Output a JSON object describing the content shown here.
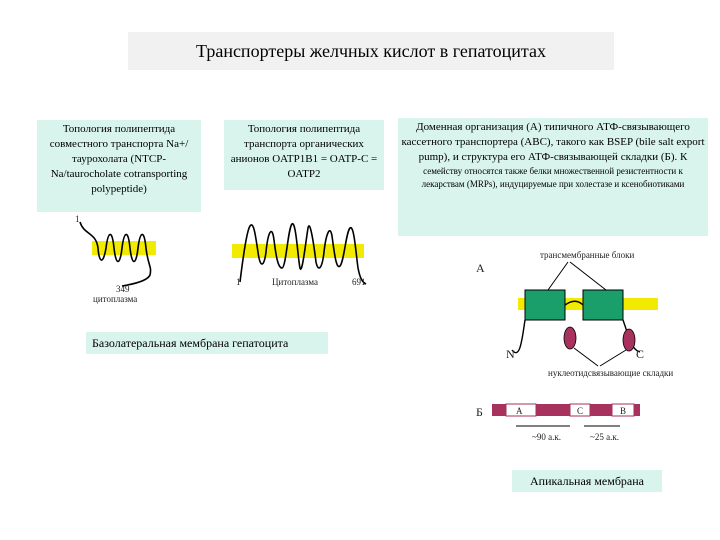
{
  "title": "Транспортеры желчных кислот в гепатоцитах",
  "captions": {
    "ntcp": "Топология полипептида совместного транспорта Na+/таурохолата (NTCP-Na/taurocholate cotransporting polypeptide)",
    "oatp": "Топология полипептида транспорта органических анионов OATP1B1 = OATP-C = OATP2",
    "abc_main": "Доменная организация (А) типичного АТФ-связывающего кассетного транспортера (ABC), такого как BSEP (bile salt export pump), и структура его АТФ-связывающей складки (Б). К",
    "abc_small": "семейству относятся также белки множественной резистентности к лекарствам (MRPs), индуцируемые при холестазе и ксенобиотиками"
  },
  "ntcp_labels": {
    "n_term": "1",
    "c_term": "349",
    "cyto": "цитоплазма"
  },
  "oatp_labels": {
    "n_term": "1",
    "cyto": "Цитоплазма",
    "c_term": "691"
  },
  "abc_labels": {
    "panel_a": "А",
    "panel_b": "Б",
    "tm_blocks": "трансмембранные блоки",
    "n_term": "N",
    "c_term": "C",
    "nbf": "нуклеотидсвязывающие складки",
    "seg_a": "A",
    "seg_c": "C",
    "seg_b": "B",
    "len1": "~90 а.к.",
    "len2": "~25 а.к."
  },
  "basolateral": "Базолатеральная мембрана гепатоцита",
  "apical": "Апикальная мембрана",
  "colors": {
    "membrane": "#f2ea00",
    "domain_green": "#1a9e6a",
    "nbf_purple": "#a8325e",
    "seg_bar": "#a8325e",
    "caption_bg": "#d9f3ed"
  }
}
